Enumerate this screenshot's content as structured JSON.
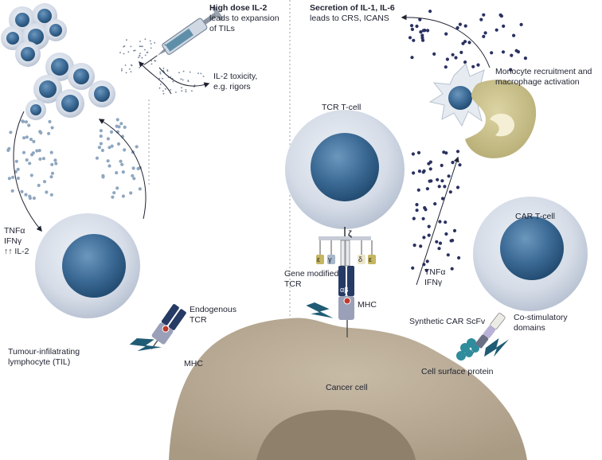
{
  "labels": {
    "high_dose_1": "High dose IL-2",
    "high_dose_2": "leads to expansion",
    "high_dose_3": "of TILs",
    "toxicity_1": "IL-2 toxicity,",
    "toxicity_2": "e.g. rigors",
    "cytokines_tnf": "TNFα",
    "cytokines_ifn": "IFNγ",
    "cytokines_il2": "↑↑ IL-2",
    "endogenous_1": "Endogenous",
    "endogenous_2": "TCR",
    "mhc_left": "MHC",
    "til_1": "Tumour-infilatrating",
    "til_2": "lymphocyte (TIL)",
    "secretion_1": "Secretion of IL-1, IL-6",
    "secretion_2": "leads to CRS, ICANS",
    "monocyte_1": "Monocyte recruitment and",
    "monocyte_2": "macrophage activation",
    "tcr_cell": "TCR T-cell",
    "zeta": "ζ",
    "cd3_epsilon": "ε",
    "cd3_gamma": "γ",
    "cd3_delta": "δ",
    "alpha_beta": "αβ",
    "gene_mod_1": "Gene modified",
    "gene_mod_2": "TCR",
    "mhc_center": "MHC",
    "tnf_right": "TNFα",
    "ifn_right": "IFNγ",
    "car_cell": "CAR T-cell",
    "synthetic_car": "Synthetic CAR ScFv",
    "costim_1": "Co-stimulatory",
    "costim_2": "domains",
    "surface_protein": "Cell surface protein",
    "cancer_cell": "Cancer cell"
  },
  "colors": {
    "cell_membrane": "#d6dde8",
    "nucleus": "#3b6a95",
    "cancer_cell": "#b9ab96",
    "macrophage": "#c9c08a",
    "dots_dark": "#2a3160",
    "dots_light": "#8fa7c0",
    "lightning": "#1f5b74",
    "receptor_dark": "#263a66"
  }
}
